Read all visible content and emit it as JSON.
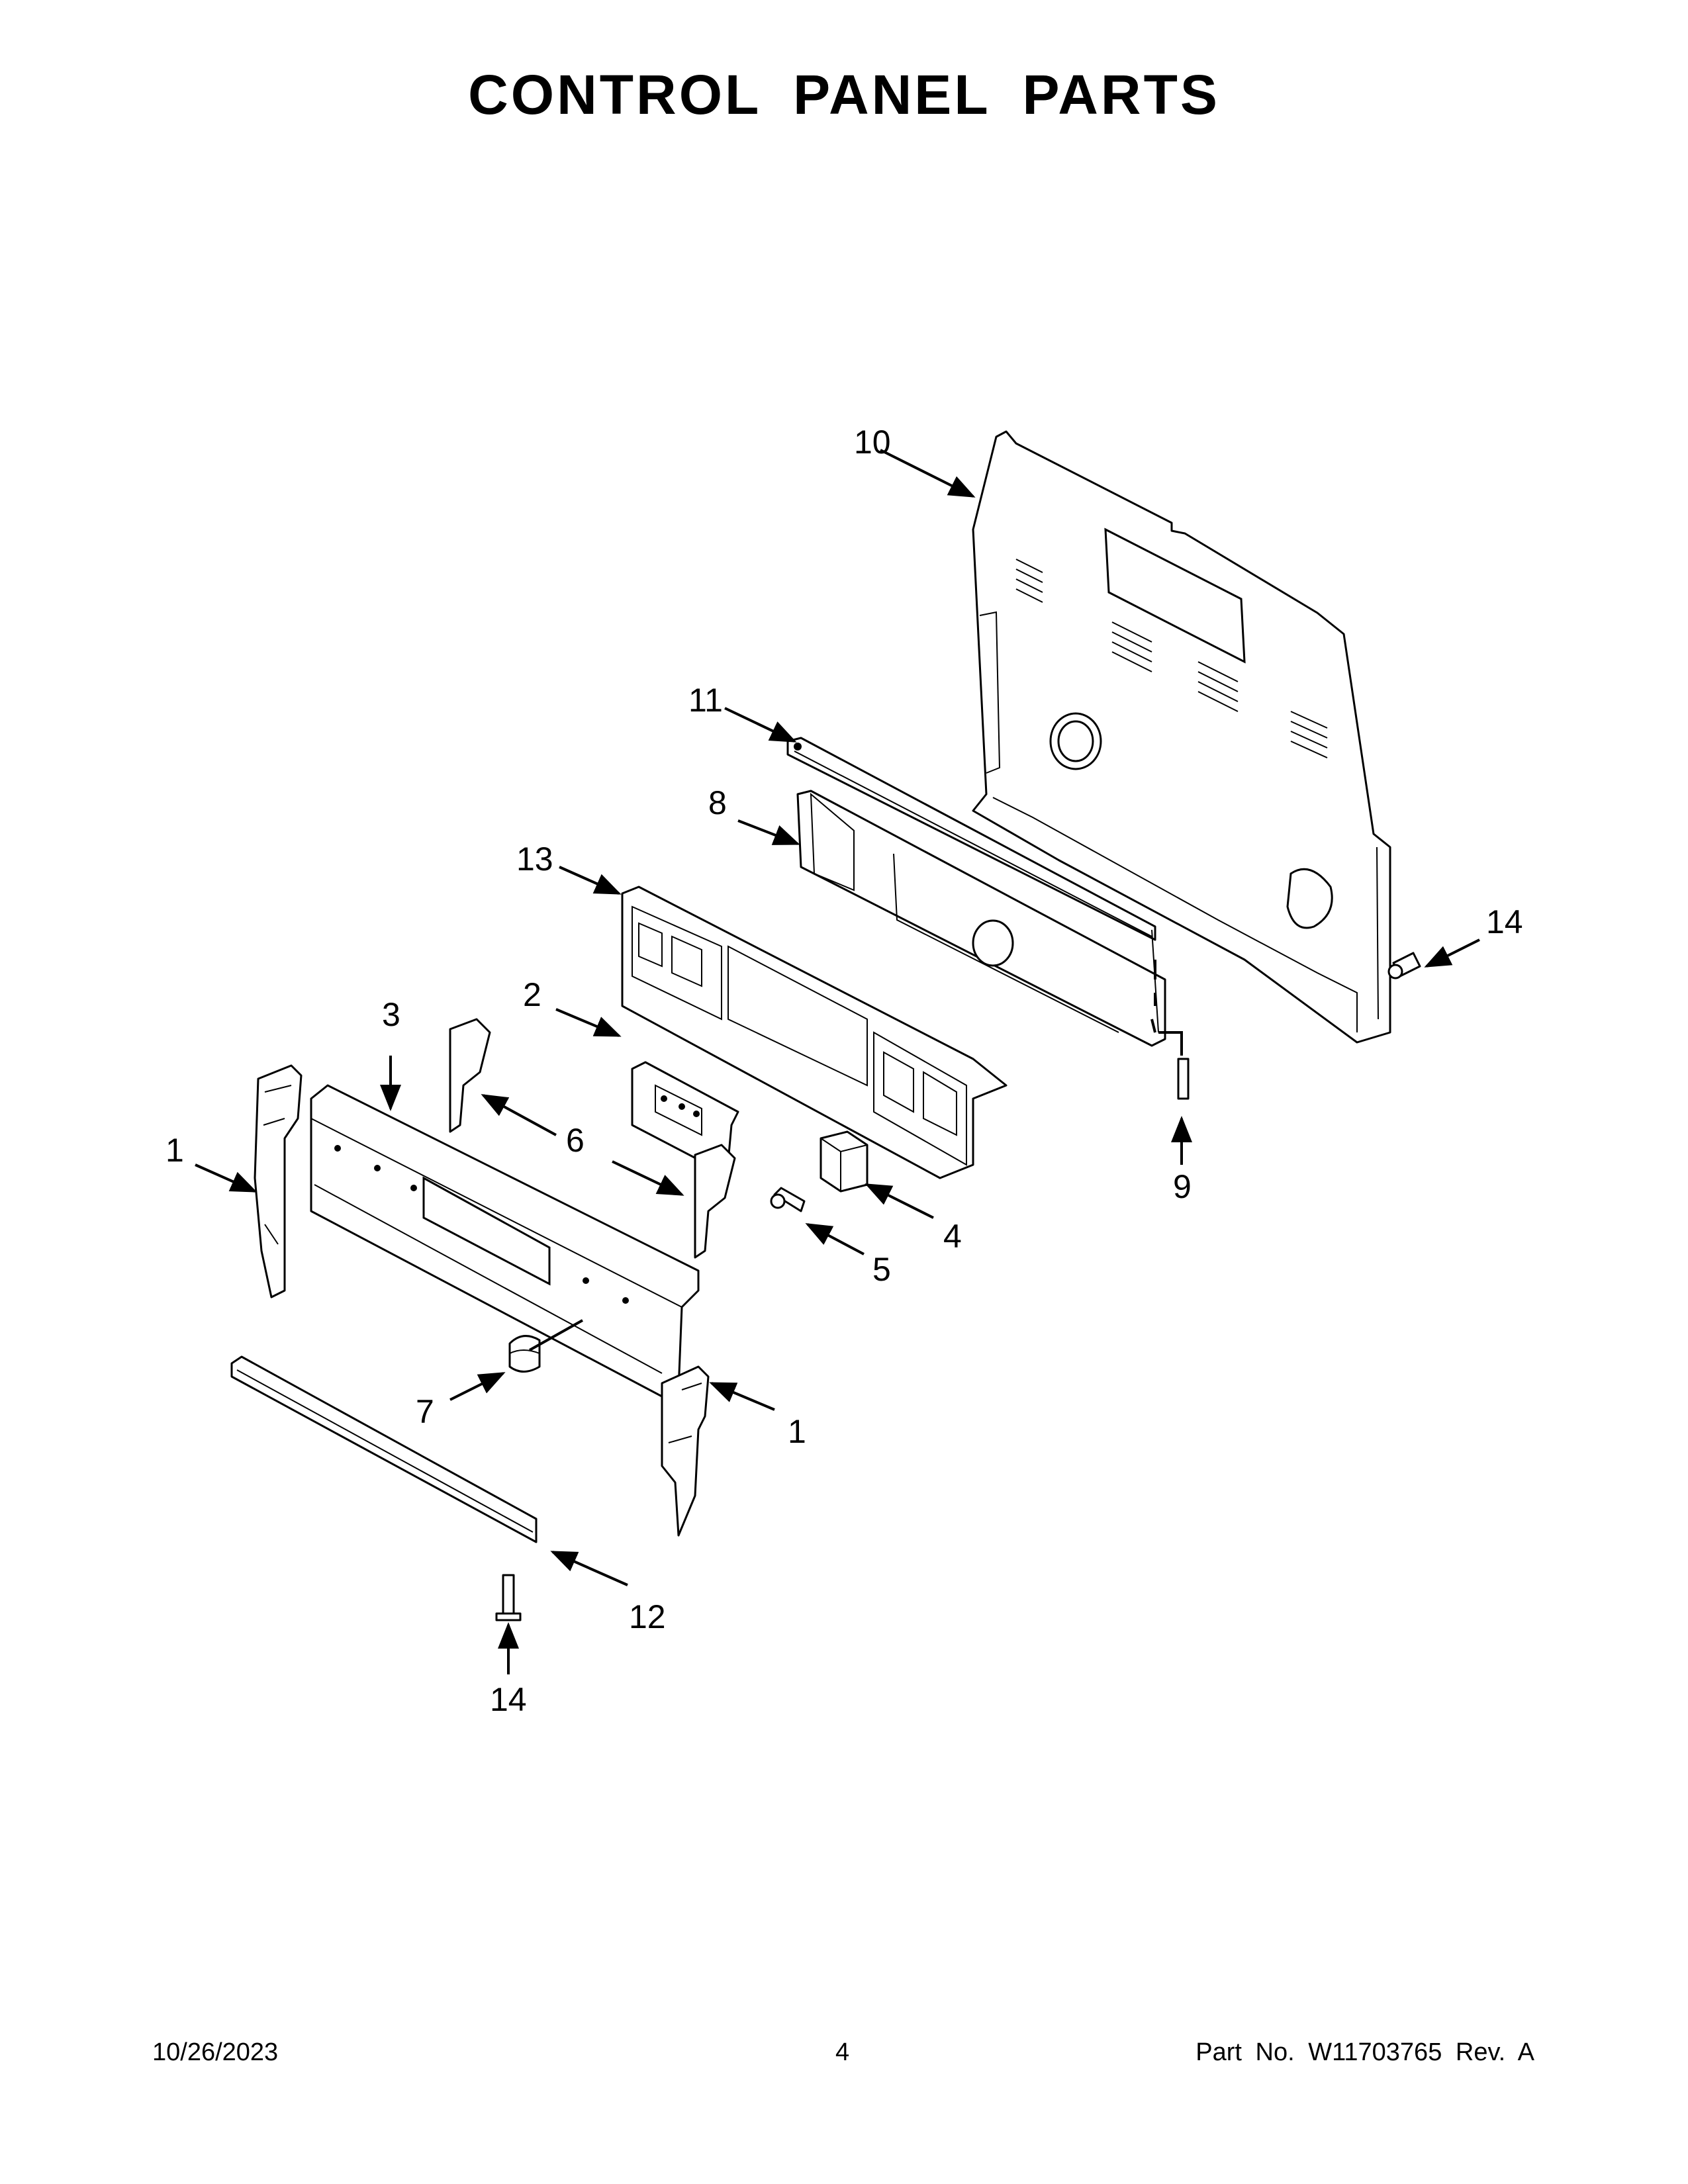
{
  "title": "CONTROL PANEL PARTS",
  "callouts": {
    "c1a": "1",
    "c1b": "1",
    "c2": "2",
    "c3": "3",
    "c4": "4",
    "c5": "5",
    "c6": "6",
    "c7": "7",
    "c8": "8",
    "c9": "9",
    "c10": "10",
    "c11": "11",
    "c12": "12",
    "c13": "13",
    "c14a": "14",
    "c14b": "14"
  },
  "footer": {
    "date": "10/26/2023",
    "page": "4",
    "part": "Part No.  W11703765  Rev.  A"
  }
}
